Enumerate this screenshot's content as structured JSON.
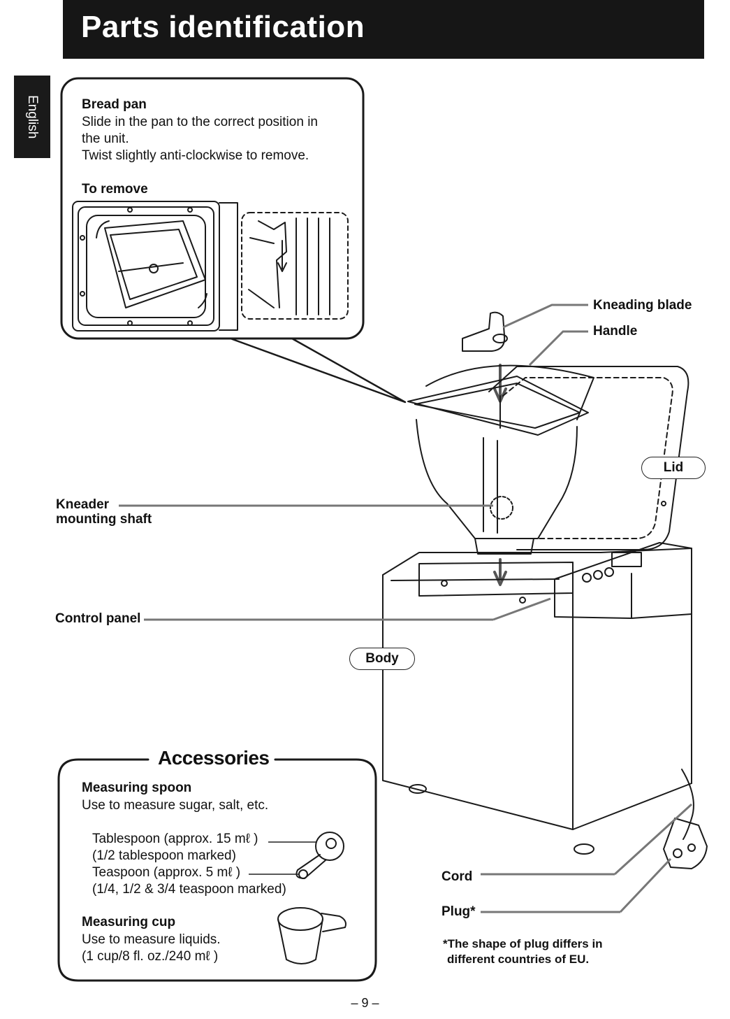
{
  "header": {
    "title": "Parts identification"
  },
  "side_tab": {
    "label": "English"
  },
  "bread_pan_box": {
    "heading": "Bread pan",
    "line1": "Slide in the pan to the correct position in",
    "line2": "the unit.",
    "line3": "Twist slightly anti-clockwise to remove.",
    "to_remove": "To remove"
  },
  "labels": {
    "kneading_blade": "Kneading blade",
    "handle": "Handle",
    "lid": "Lid",
    "kneader_line1": "Kneader",
    "kneader_line2": "mounting shaft",
    "control_panel": "Control panel",
    "body": "Body",
    "cord": "Cord",
    "plug": "Plug*"
  },
  "accessories": {
    "title": "Accessories",
    "spoon_heading": "Measuring spoon",
    "spoon_desc": "Use to measure sugar, salt, etc.",
    "tablespoon": "Tablespoon (approx. 15 mℓ )",
    "tablespoon_marked": "(1/2 tablespoon marked)",
    "teaspoon": "Teaspoon (approx. 5 mℓ )",
    "teaspoon_marked": "(1/4, 1/2 & 3/4 teaspoon marked)",
    "cup_heading": "Measuring cup",
    "cup_desc": "Use to measure liquids.",
    "cup_volume": "(1 cup/8 fl. oz./240 mℓ )"
  },
  "footnote": {
    "line1": "*The shape of plug differs in",
    "line2": "different countries of EU."
  },
  "page_number": "– 9 –"
}
